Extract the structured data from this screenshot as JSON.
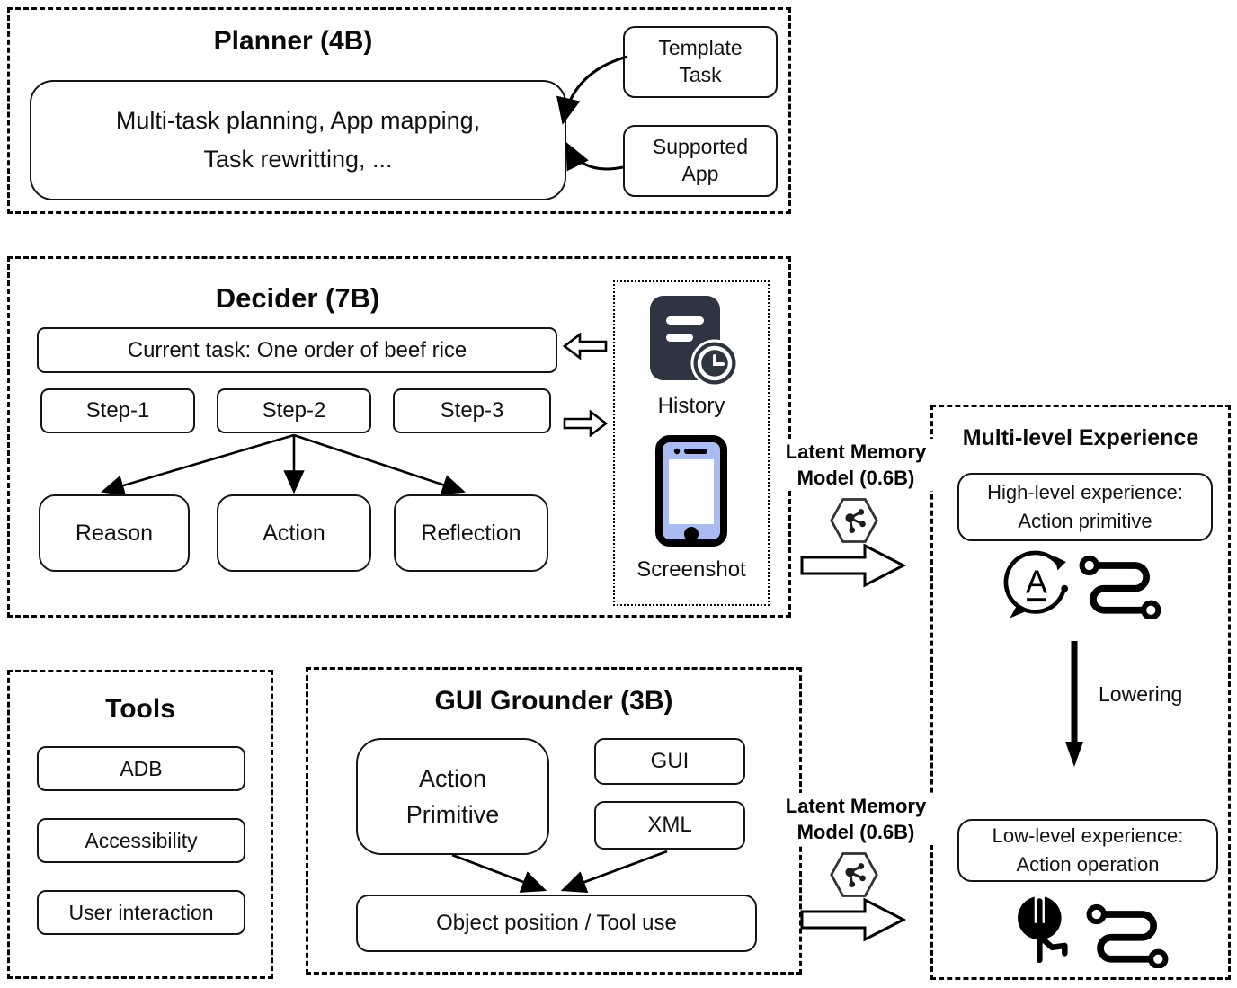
{
  "planner": {
    "title": "Planner (4B)",
    "main_line1": "Multi-task planning, App mapping,",
    "main_line2": "Task rewritting, ...",
    "template_line1": "Template",
    "template_line2": "Task",
    "supported_line1": "Supported",
    "supported_line2": "App"
  },
  "decider": {
    "title": "Decider (7B)",
    "current_task": "Current task: One order of beef rice",
    "steps": [
      "Step-1",
      "Step-2",
      "Step-3"
    ],
    "nodes": [
      "Reason",
      "Action",
      "Reflection"
    ],
    "context": {
      "history_label": "History",
      "screenshot_label": "Screenshot"
    }
  },
  "latent_memory_top": {
    "line1": "Latent Memory",
    "line2": "Model (0.6B)"
  },
  "latent_memory_bottom": {
    "line1": "Latent Memory",
    "line2": "Model (0.6B)"
  },
  "experience": {
    "title": "Multi-level Experience",
    "high_line1": "High-level experience:",
    "high_line2": "Action primitive",
    "lowering_label": "Lowering",
    "low_line1": "Low-level experience:",
    "low_line2": "Action operation"
  },
  "tools": {
    "title": "Tools",
    "items": [
      "ADB",
      "Accessibility",
      "User interaction"
    ]
  },
  "grounder": {
    "title": "GUI Grounder (3B)",
    "ap_line1": "Action",
    "ap_line2": "Primitive",
    "gui": "GUI",
    "xml": "XML",
    "output": "Object position / Tool use"
  },
  "icons": {
    "history": "history-document-clock-icon",
    "screenshot": "phone-screenshot-icon",
    "memory": "hexagon-network-icon",
    "language": "language-translate-icon",
    "route": "route-path-icon",
    "tap": "tap-gesture-icon",
    "lang_letter": "A"
  },
  "colors": {
    "history_icon": "#2f3442",
    "phone_body": "#a9bbf2",
    "line": "#000000"
  }
}
